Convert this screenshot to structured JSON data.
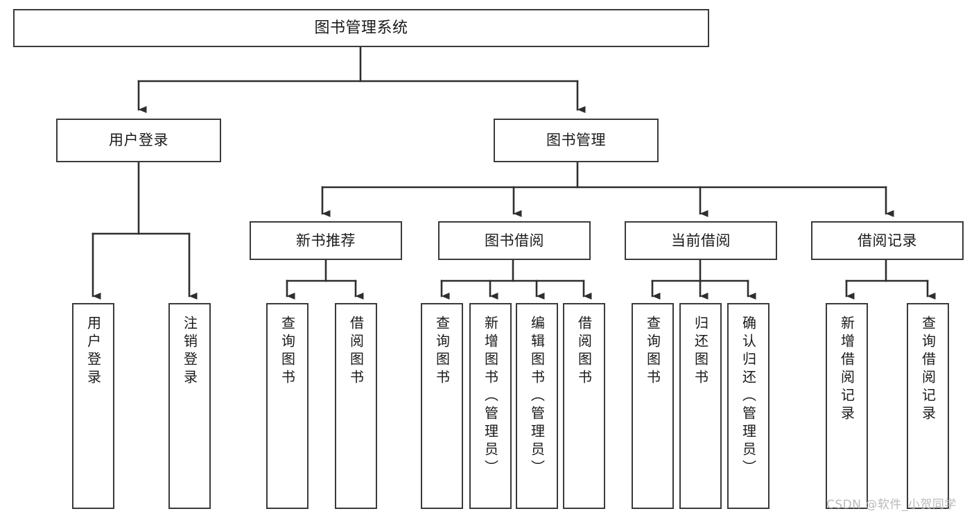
{
  "diagram": {
    "type": "tree-hierarchy",
    "title": "图书管理系统",
    "orientation": "top-down",
    "colors": {
      "stroke": "#3a3a3a",
      "fill": "#ffffff",
      "text": "#1a1a1a",
      "watermark": "#b9b9b9",
      "background": "#ffffff"
    }
  },
  "nodes": {
    "root": {
      "label": "图书管理系统"
    },
    "level1": [
      {
        "label": "用户登录"
      },
      {
        "label": "图书管理"
      }
    ],
    "level2": [
      {
        "label": "新书推荐"
      },
      {
        "label": "图书借阅"
      },
      {
        "label": "当前借阅"
      },
      {
        "label": "借阅记录"
      }
    ],
    "leaves": {
      "user_login": [
        {
          "label": "用户登录"
        },
        {
          "label": "注销登录"
        }
      ],
      "new_book": [
        {
          "label": "查询图书"
        },
        {
          "label": "借阅图书"
        }
      ],
      "book_borrow": [
        {
          "label": "查询图书"
        },
        {
          "label": "新增图书（管理员）"
        },
        {
          "label": "编辑图书（管理员）"
        },
        {
          "label": "借阅图书"
        }
      ],
      "current_borrow": [
        {
          "label": "查询图书"
        },
        {
          "label": "归还图书"
        },
        {
          "label": "确认归还（管理员）"
        }
      ],
      "borrow_record": [
        {
          "label": "新增借阅记录"
        },
        {
          "label": "查询借阅记录"
        }
      ]
    }
  },
  "watermark": {
    "text": "CSDN @软件_小贺同学"
  }
}
